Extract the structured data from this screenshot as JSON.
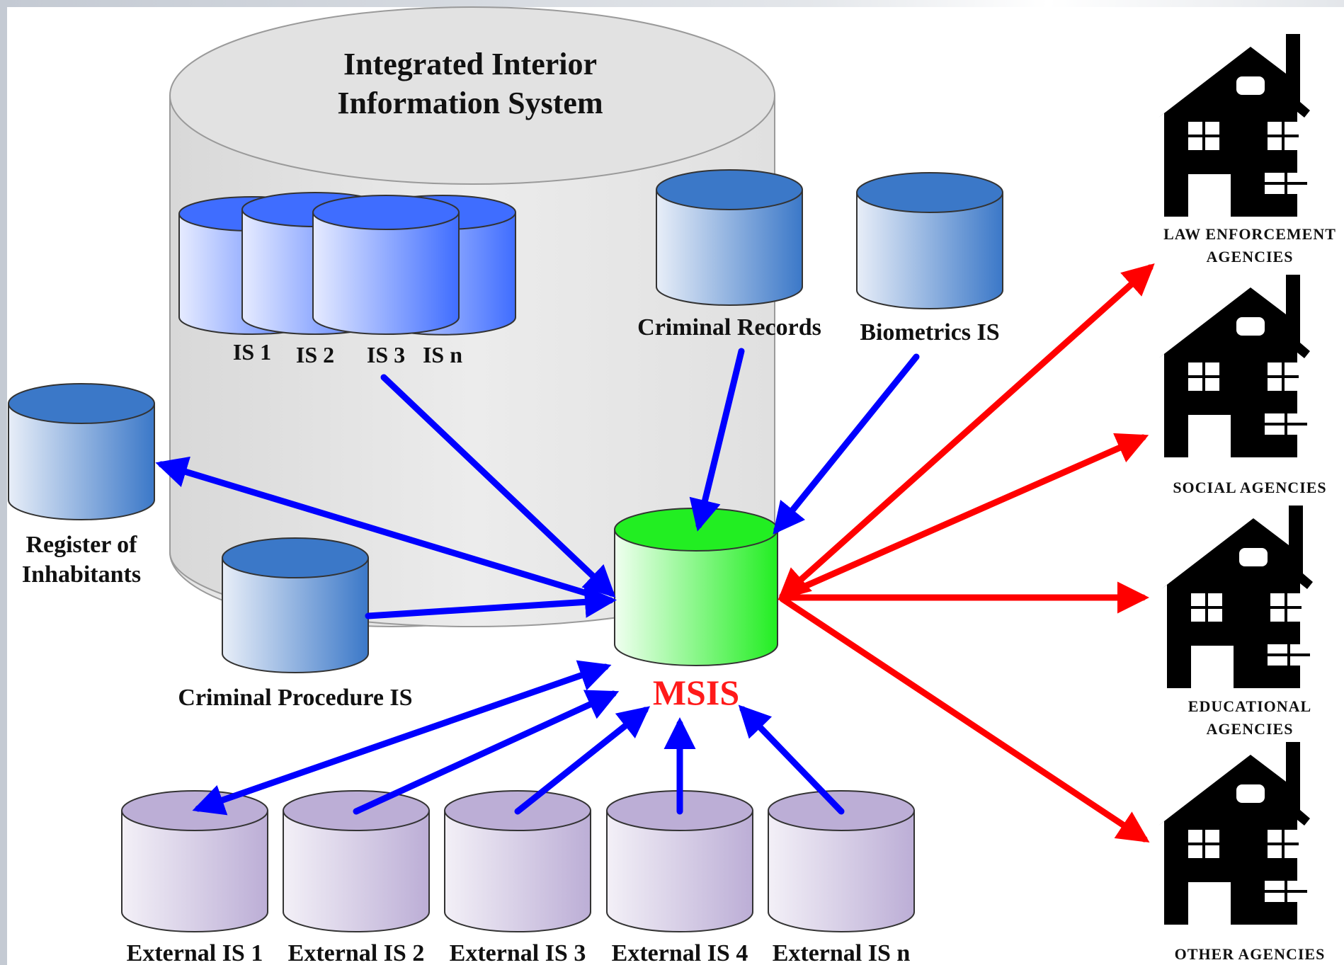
{
  "diagram": {
    "container_title": [
      "Integrated Interior",
      "Information System"
    ],
    "internal_is": [
      "IS 1",
      "IS 2",
      "IS 3",
      "IS n"
    ],
    "criminal_records": "Criminal Records",
    "biometrics": "Biometrics IS",
    "register": [
      "Register of",
      "Inhabitants"
    ],
    "criminal_procedure": "Criminal Procedure IS",
    "hub": "MSIS",
    "external_is": [
      "External IS 1",
      "External IS 2",
      "External IS 3",
      "External IS 4",
      "External IS n"
    ],
    "agencies": [
      [
        "LAW ENFORCEMENT",
        "AGENCIES"
      ],
      [
        "SOCIAL AGENCIES"
      ],
      [
        "EDUCATIONAL",
        "AGENCIES"
      ],
      [
        "OTHER AGENCIES"
      ]
    ]
  },
  "colors": {
    "internal_arrow": "#0000ff",
    "agency_arrow": "#ff0000",
    "hub_fill": "#22ee22",
    "hub_text": "#ff1a1a",
    "db_blue": "#3b78c8",
    "db_bright_blue": "#3f6dff",
    "db_external": "#bcaed6",
    "container": "#e8e8e8",
    "house": "#000000"
  }
}
